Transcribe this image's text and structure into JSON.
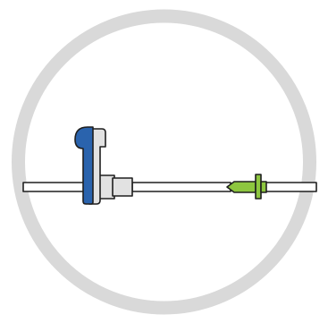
{
  "illustration": {
    "subject": "tube-with-clamp-and-connector",
    "icons": [
      "ring-frame",
      "tubing",
      "roller-clamp-icon",
      "luer-connector-icon"
    ],
    "colors": {
      "ring": "#d9d9d9",
      "outline": "#1f1f1f",
      "tube_fill": "#ffffff",
      "clamp_blue": "#2a63ad",
      "clamp_gray": "#e2e2e2",
      "connector_green": "#8dc63f"
    }
  }
}
